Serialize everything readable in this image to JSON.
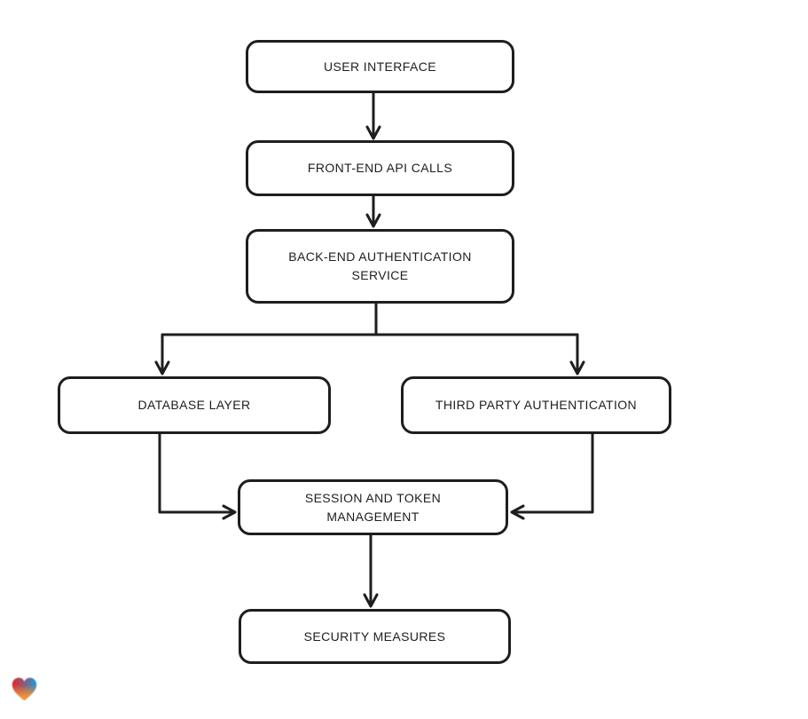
{
  "diagram": {
    "type": "flowchart",
    "style": "hand-drawn",
    "colors": {
      "ink": "#1e1e1e",
      "background": "#ffffff"
    },
    "nodes": [
      {
        "id": "user-interface",
        "label": "USER INTERFACE"
      },
      {
        "id": "front-end-api-calls",
        "label": "FRONT-END API CALLS"
      },
      {
        "id": "back-end-authentication-service",
        "label": "BACK-END AUTHENTICATION SERVICE"
      },
      {
        "id": "database-layer",
        "label": "DATABASE LAYER"
      },
      {
        "id": "third-party-authentication",
        "label": "THIRD PARTY AUTHENTICATION"
      },
      {
        "id": "session-and-token-management",
        "label": "SESSION AND TOKEN MANAGEMENT"
      },
      {
        "id": "security-measures",
        "label": "SECURITY MEASURES"
      }
    ],
    "edges": [
      {
        "from": "user-interface",
        "to": "front-end-api-calls"
      },
      {
        "from": "front-end-api-calls",
        "to": "back-end-authentication-service"
      },
      {
        "from": "back-end-authentication-service",
        "to": "database-layer"
      },
      {
        "from": "back-end-authentication-service",
        "to": "third-party-authentication"
      },
      {
        "from": "database-layer",
        "to": "session-and-token-management"
      },
      {
        "from": "third-party-authentication",
        "to": "session-and-token-management"
      },
      {
        "from": "session-and-token-management",
        "to": "security-measures"
      }
    ]
  },
  "branding": {
    "logo": "heart-logo",
    "colors": {
      "red": "#e82127",
      "blue": "#1f9ad6",
      "orange": "#f79433"
    }
  }
}
